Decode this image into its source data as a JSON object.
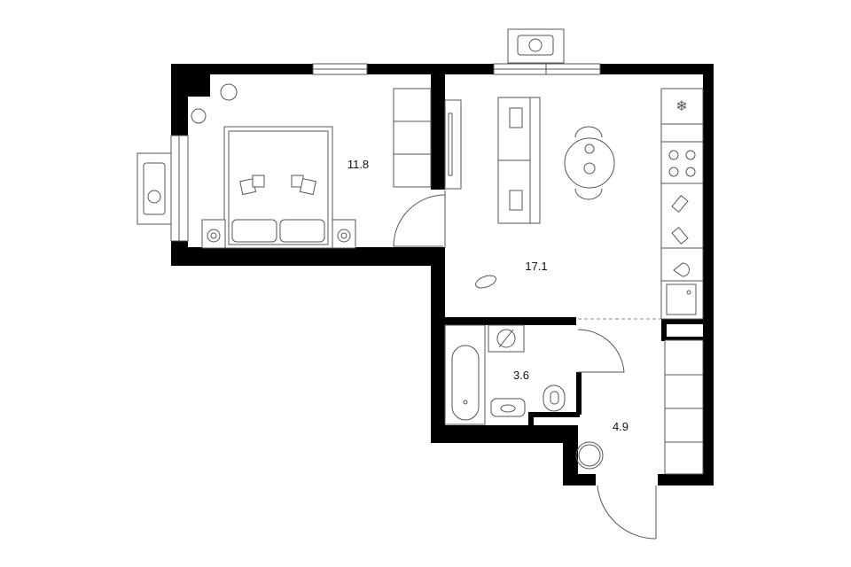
{
  "plan": {
    "rooms": [
      {
        "name": "bedroom",
        "area": "11.8"
      },
      {
        "name": "living-kitchen",
        "area": "17.1"
      },
      {
        "name": "bathroom",
        "area": "3.6"
      },
      {
        "name": "hallway",
        "area": "4.9"
      }
    ]
  },
  "colors": {
    "wall": "#000000",
    "line": "#555555",
    "background": "#ffffff"
  }
}
